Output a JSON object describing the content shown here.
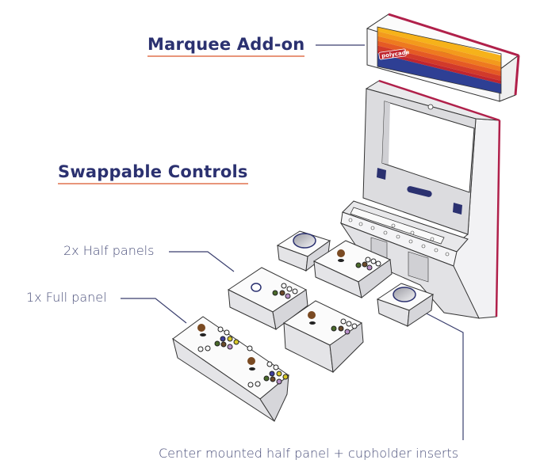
{
  "headings": {
    "marquee": "Marquee Add-on",
    "swappable": "Swappable Controls"
  },
  "labels": {
    "half_panels": "2x Half panels",
    "full_panel": "1x Full panel",
    "center": "Center mounted half panel + cupholder inserts"
  },
  "marquee_logo": "polycade",
  "colors": {
    "heading": "#2b3170",
    "underline": "#e8957a",
    "leader_line": "#3a3f6e",
    "cabinet_edge": "#b0204a",
    "marquee_stripes": [
      "#f6b21a",
      "#f39a1c",
      "#ee7a1f",
      "#e55a24",
      "#d23a2a",
      "#c0252e",
      "#2e3f94",
      "#24307a"
    ],
    "button_white": "#ffffff",
    "button_purple": "#b890c8",
    "button_green": "#4a6a2a",
    "button_brown": "#6b4a2a",
    "button_blue": "#3e3e9a",
    "button_yellow": "#d8c828",
    "joystick_ball": "#7a4a22"
  }
}
